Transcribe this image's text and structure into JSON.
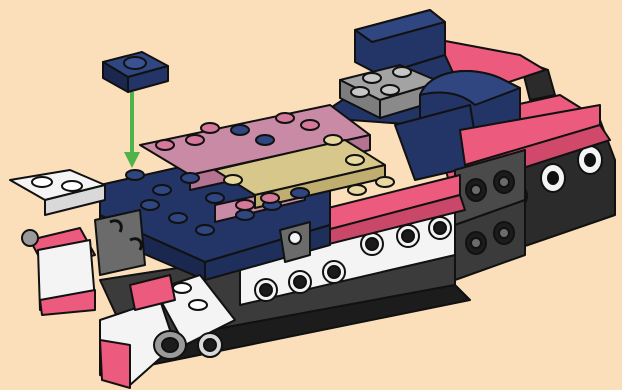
{
  "scene": {
    "subject": "brick-vehicle-assembly-step",
    "colors": {
      "background": "#fbdfbb",
      "navy": "#233566",
      "navy_light": "#2f4680",
      "pink": "#ec5a7d",
      "pink_translucent": "#c98aa6",
      "tan": "#d8c78a",
      "white": "#f4f4f4",
      "dark_gray": "#3b3b3b",
      "light_gray": "#9a9a9a",
      "black": "#1c1c1c",
      "arrow": "#4fb24a",
      "outline": "#111111"
    }
  },
  "callout": {
    "part": "navy-plate-1x1",
    "quantity": 1
  }
}
